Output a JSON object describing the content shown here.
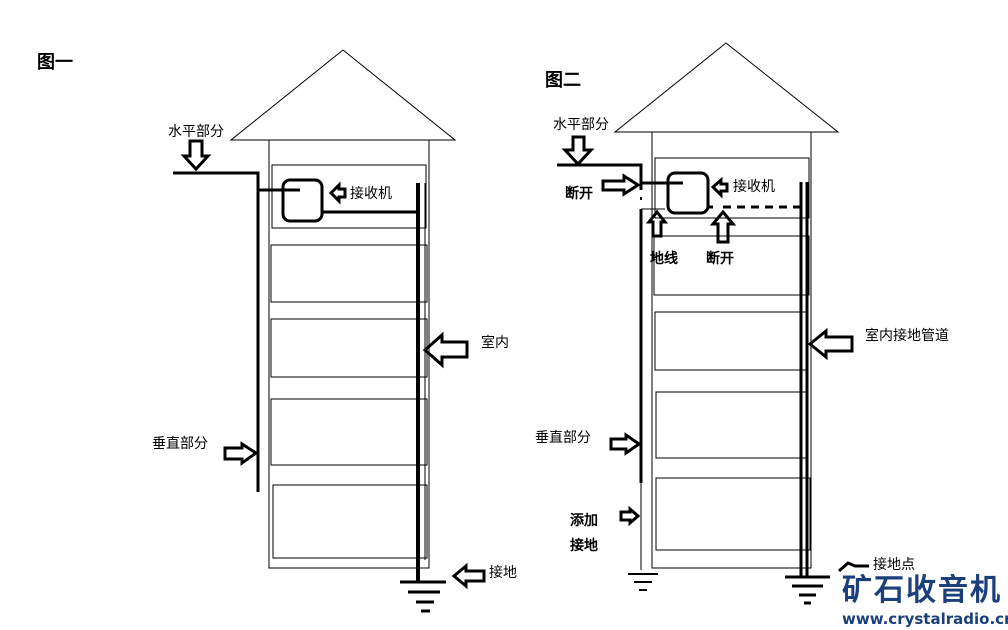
{
  "figure1": {
    "title": "图一",
    "horizontal_label": "水平部分",
    "receiver_label": "接收机",
    "indoor_label": "室内",
    "vertical_label": "垂直部分",
    "ground_label": "接地"
  },
  "figure2": {
    "title": "图二",
    "horizontal_label": "水平部分",
    "break_label_left": "断开",
    "receiver_label": "接收机",
    "ground_wire_label": "地线",
    "break_label_bottom": "断开",
    "indoor_pipe_label": "室内接地管道",
    "vertical_label": "垂直部分",
    "add_ground_line1": "添加",
    "add_ground_line2": "接地",
    "ground_point_label": "接地点"
  },
  "watermark": {
    "name": "矿石收音机",
    "url": "www.crystalradio.cn",
    "color": "#1b3f7a"
  }
}
